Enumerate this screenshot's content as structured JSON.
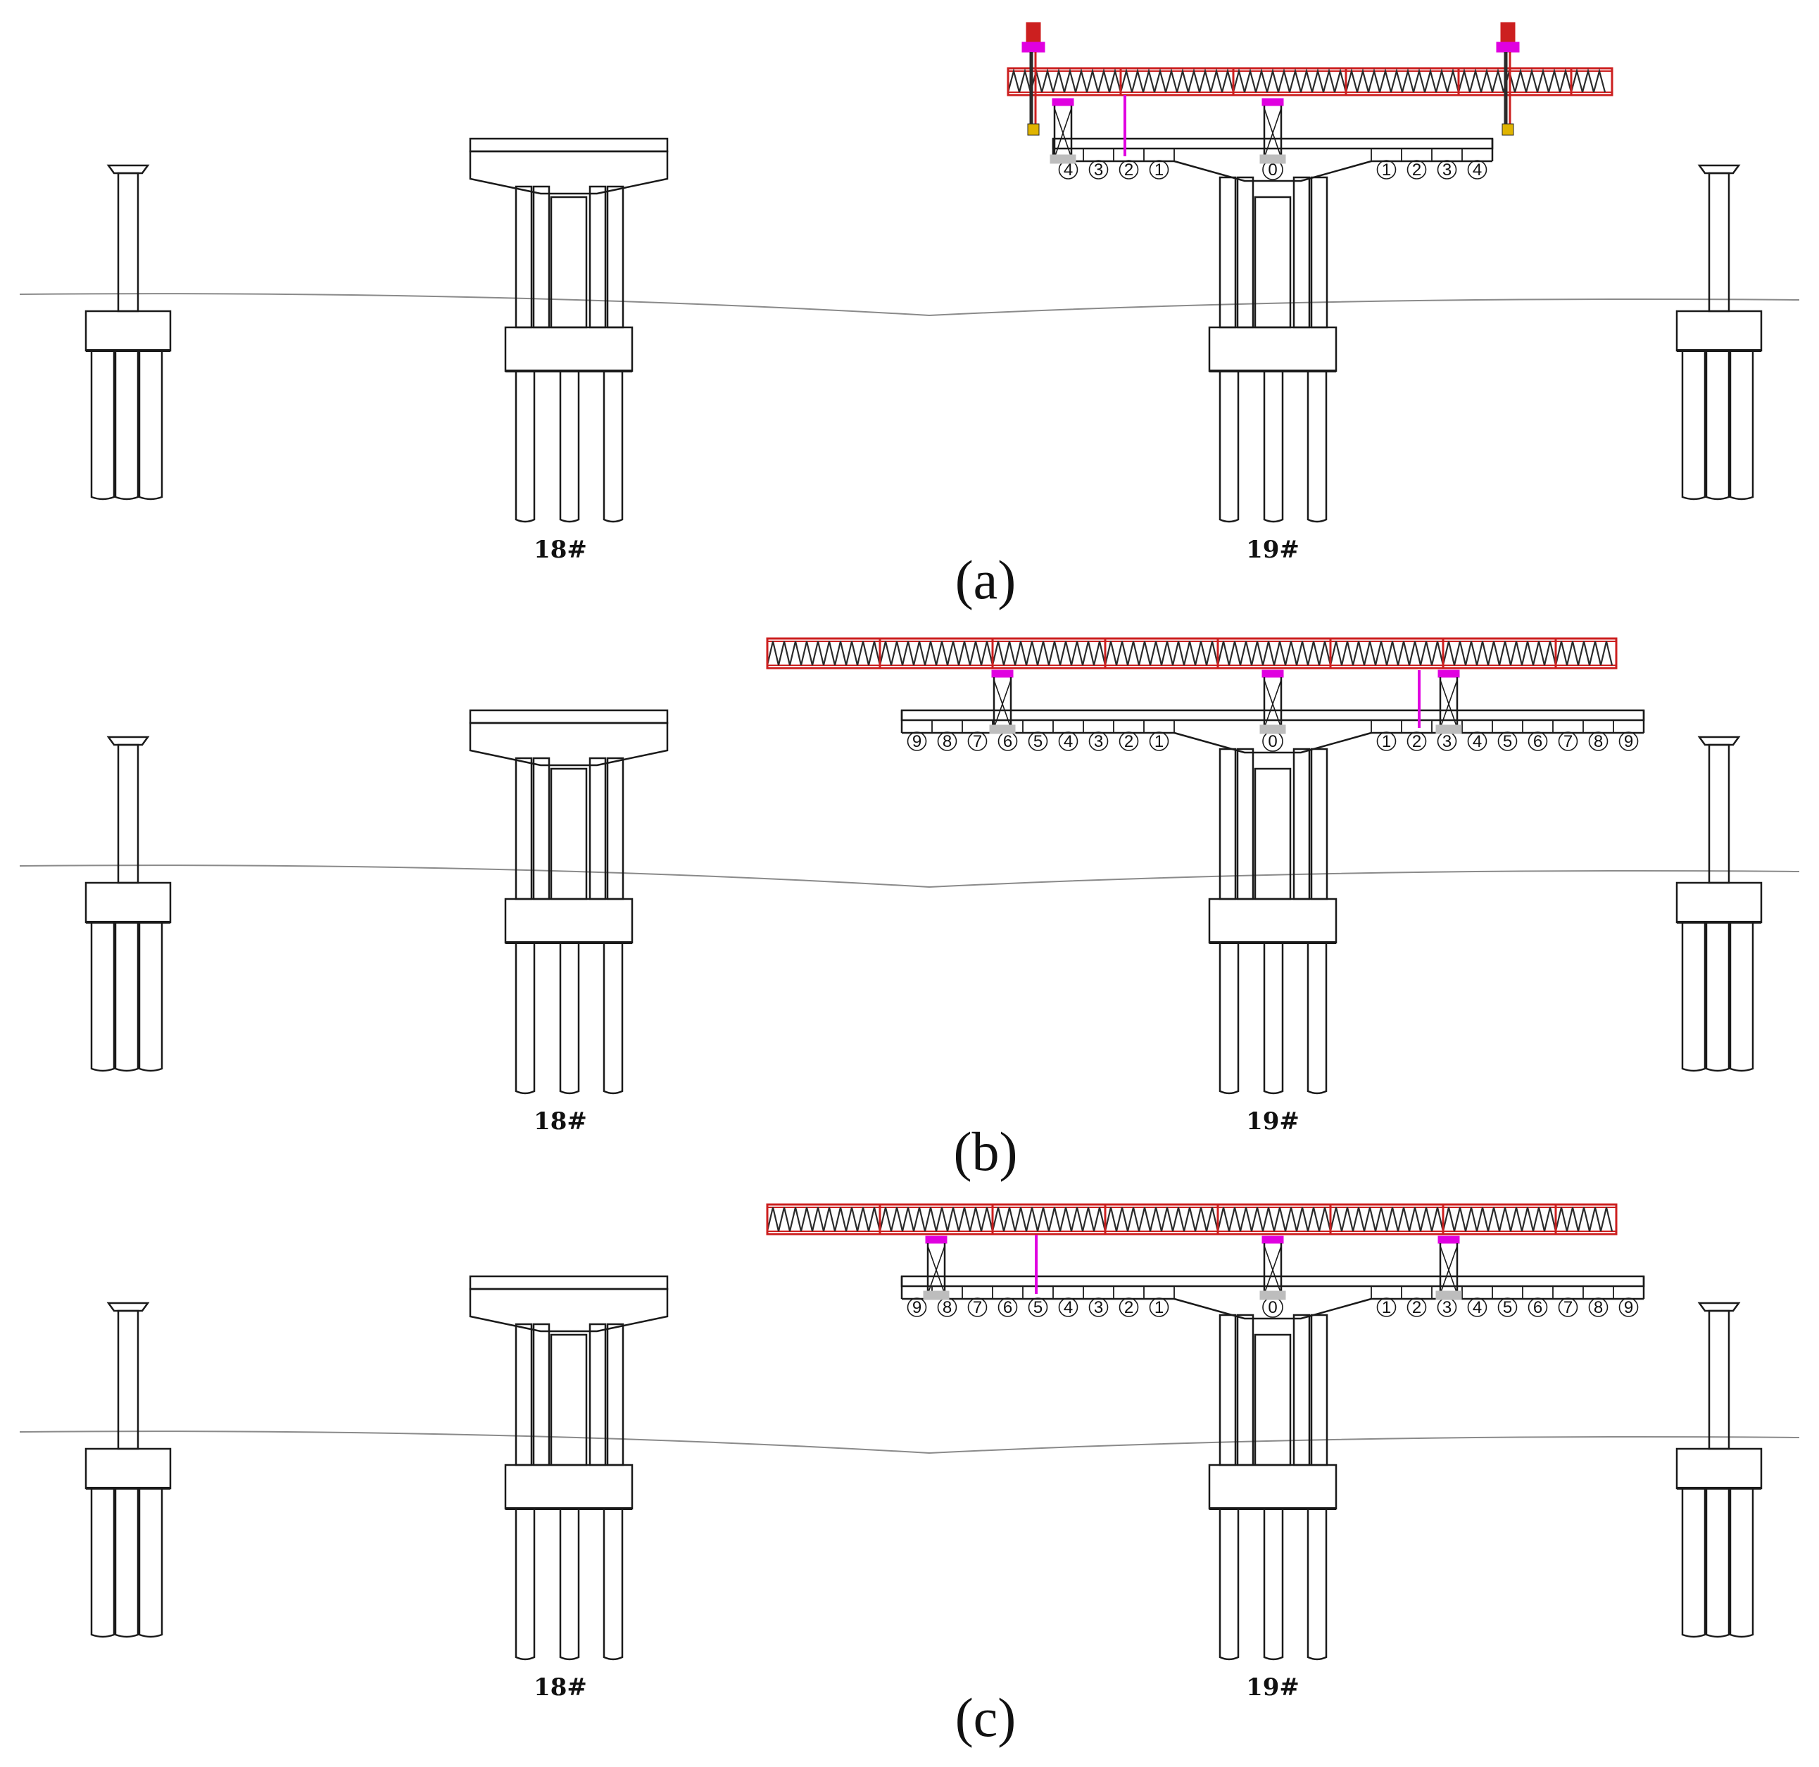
{
  "colors": {
    "line": "#1a1a1a",
    "ground": "#8a8a8a",
    "truss_red": "#cc1f1f",
    "truss_dark": "#2a2a2a",
    "magenta": "#e000e0",
    "leg_gray": "#bdbdbd",
    "background": "#ffffff"
  },
  "panels": [
    {
      "label": "(a)",
      "pier_labels": [
        "18#",
        "19#"
      ],
      "deck_left_numbers": [
        "4",
        "3",
        "2",
        "1"
      ],
      "deck_center_number": "0",
      "deck_right_numbers": [
        "1",
        "2",
        "3",
        "4"
      ],
      "gantry": "short-with-end-towers"
    },
    {
      "label": "(b)",
      "pier_labels": [
        "18#",
        "19#"
      ],
      "deck_left_numbers": [
        "9",
        "8",
        "7",
        "6",
        "5",
        "4",
        "3",
        "2",
        "1"
      ],
      "deck_center_number": "0",
      "deck_right_numbers": [
        "1",
        "2",
        "3",
        "4",
        "5",
        "6",
        "7",
        "8",
        "9"
      ],
      "gantry": "long"
    },
    {
      "label": "(c)",
      "pier_labels": [
        "18#",
        "19#"
      ],
      "deck_left_numbers": [
        "9",
        "8",
        "7",
        "6",
        "5",
        "4",
        "3",
        "2",
        "1"
      ],
      "deck_center_number": "0",
      "deck_right_numbers": [
        "1",
        "2",
        "3",
        "4",
        "5",
        "6",
        "7",
        "8",
        "9"
      ],
      "gantry": "long"
    }
  ]
}
